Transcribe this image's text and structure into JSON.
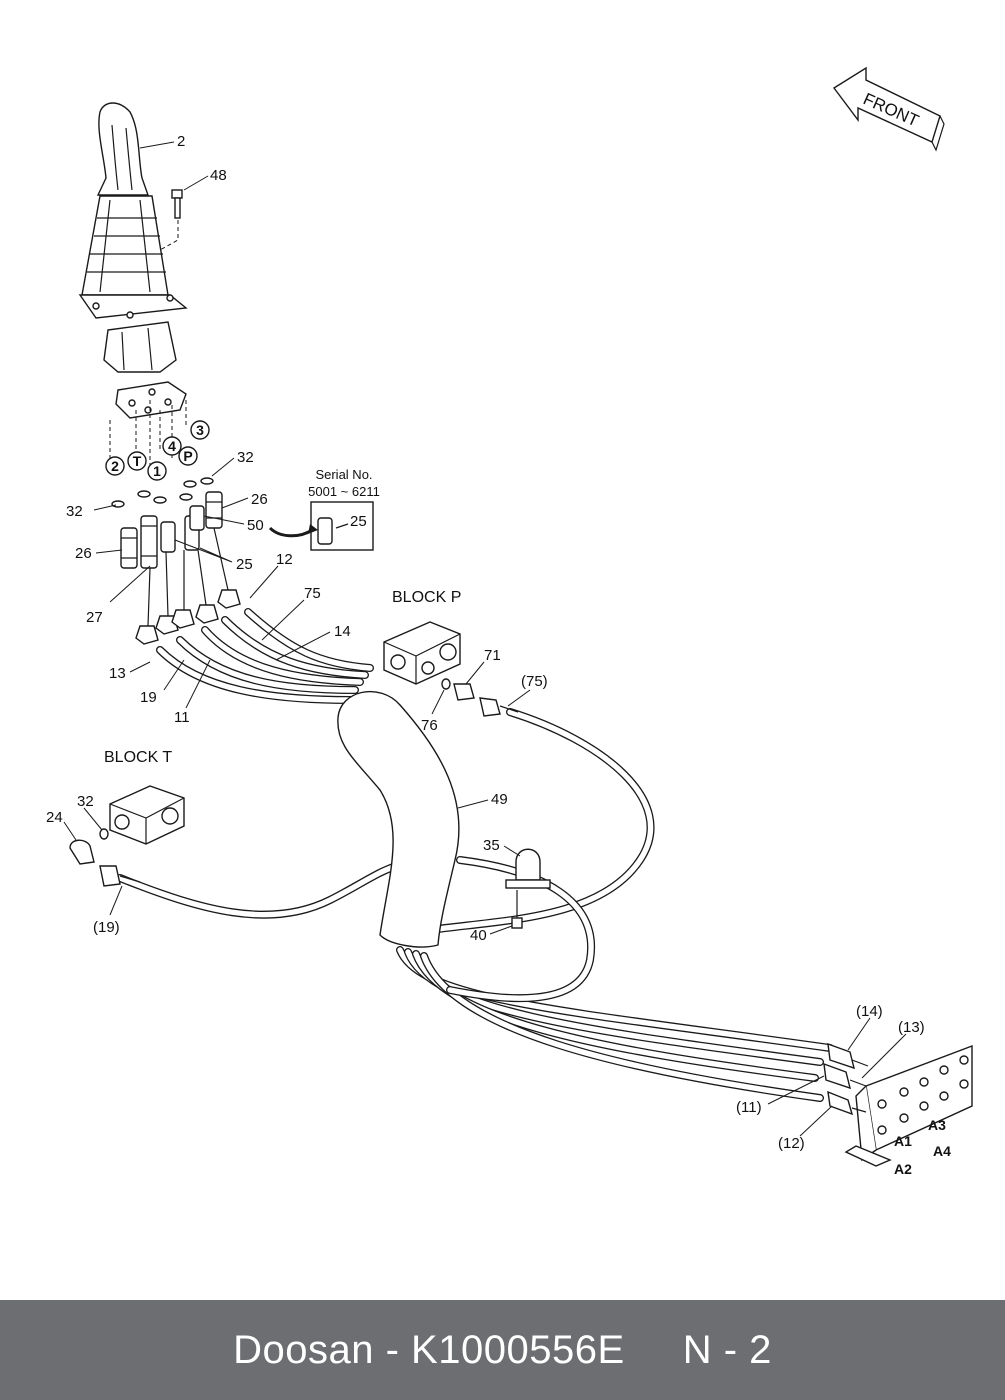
{
  "footer": {
    "text": "Doosan - K1000556E     N - 2"
  },
  "front_label": "FRONT",
  "block_p_label": "BLOCK  P",
  "block_t_label": "BLOCK  T",
  "serial_box": {
    "line1": "Serial No.",
    "line2": "5001 ~ 6211",
    "part": "25"
  },
  "port_markers": [
    "2",
    "T",
    "1",
    "4",
    "P",
    "3"
  ],
  "plate_ports": [
    "A1",
    "A3",
    "A2",
    "A4"
  ],
  "callouts": {
    "c2": "2",
    "c48": "48",
    "c32a": "32",
    "c32b": "32",
    "c26a": "26",
    "c50": "50",
    "c26b": "26",
    "c25": "25",
    "c12": "12",
    "c27": "27",
    "c75": "75",
    "c14": "14",
    "c13": "13",
    "c19": "19",
    "c11": "11",
    "c71": "71",
    "c76": "76",
    "c75p": "(75)",
    "c49": "49",
    "c32c": "32",
    "c24": "24",
    "c35": "35",
    "c19p": "(19)",
    "c40": "40",
    "c14p": "(14)",
    "c13p": "(13)",
    "c11p": "(11)",
    "c12p": "(12)"
  }
}
